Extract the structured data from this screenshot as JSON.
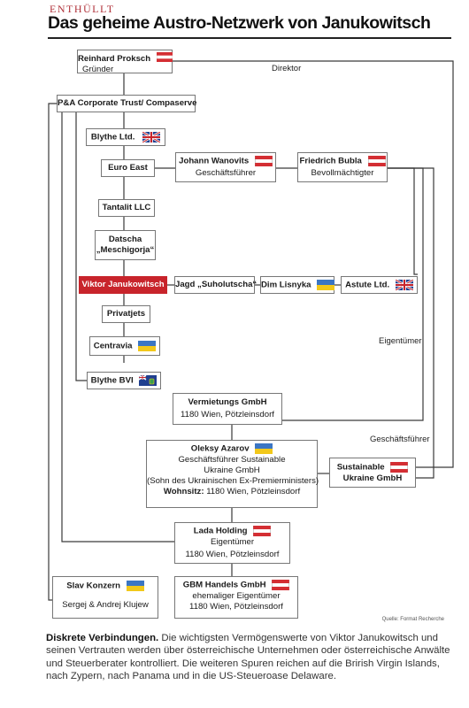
{
  "header": {
    "kicker": "ENTHÜLLT",
    "title": "Das geheime Austro-Netzwerk von Janukowitsch"
  },
  "colors": {
    "accent": "#c8242b",
    "austria_red": "#d42e33",
    "ukraine_blue": "#3b76c4",
    "ukraine_yellow": "#f2c81a"
  },
  "nodes": {
    "proksch": {
      "name": "Reinhard Proksch",
      "role": "Gründer",
      "flag": "austria"
    },
    "pa_trust": {
      "name": "P&A Corporate Trust/ Compaserve"
    },
    "blythe_ltd": {
      "name": "Blythe Ltd.",
      "flag": "uk"
    },
    "euro_east": {
      "name": "Euro East"
    },
    "wanovits": {
      "name": "Johann Wanovits",
      "role": "Geschäftsführer",
      "flag": "austria"
    },
    "bubla": {
      "name": "Friedrich Bubla",
      "role": "Bevollmächtigter",
      "flag": "austria"
    },
    "tantalit": {
      "name": "Tantalit LLC"
    },
    "datscha": {
      "line1": "Datscha",
      "line2": "„Meschigorja“"
    },
    "janukowitsch": {
      "name": "Viktor Janukowitsch"
    },
    "jagd": {
      "name": "Jagd „Suholutscha“"
    },
    "lisnyka": {
      "name": "Dim Lisnyka",
      "flag": "ukraine"
    },
    "astute": {
      "name": "Astute Ltd.",
      "flag": "uk"
    },
    "privatjets": {
      "name": "Privatjets"
    },
    "centravia": {
      "name": "Centravia",
      "flag": "ukraine"
    },
    "blythe_bvi": {
      "name": "Blythe BVI",
      "flag": "bvi"
    },
    "vermietungs": {
      "name": "Vermietungs GmbH",
      "address": "1180 Wien, Pötzleinsdorf"
    },
    "azarov": {
      "name": "Oleksy Azarov",
      "flag": "ukraine",
      "line1": "Geschäftsführer Sustainable",
      "line2": "Ukraine GmbH",
      "line3": "(Sohn des Ukrainischen Ex-Premierministers)",
      "wohnsitz_label": "Wohnsitz:",
      "wohnsitz_value": "1180 Wien, Pötzleinsdorf"
    },
    "sustainable": {
      "line1": "Sustainable",
      "line2": "Ukraine GmbH",
      "flag": "austria"
    },
    "lada": {
      "name": "Lada Holding",
      "role": "Eigentümer",
      "address": "1180 Wien, Pötzleinsdorf",
      "flag": "austria"
    },
    "slav": {
      "name": "Slav Konzern",
      "sub": "Sergej & Andrej Klujew",
      "flag": "ukraine"
    },
    "gbm": {
      "name": "GBM Handels GmbH",
      "role": "ehemaliger Eigentümer",
      "address": "1180 Wien, Pötzleinsdorf",
      "flag": "austria"
    }
  },
  "edge_labels": {
    "direktor": "Direktor",
    "eigentuemer": "Eigentümer",
    "geschaeftsfuehrer": "Geschäftsführer"
  },
  "source": "Quelle: Format Recherche",
  "caption": {
    "bold": "Diskrete Verbindungen.",
    "text": " Die wichtigsten Vermögenswerte von Viktor Janukowitsch und seinen Vertrauten werden über österreichische Unternehmen oder österreichische Anwälte und Steuerberater kontrolliert. Die weiteren Spuren reichen auf die Brirish Virgin Islands, nach Zypern, nach Panama und in die US-Steueroase Delaware."
  }
}
